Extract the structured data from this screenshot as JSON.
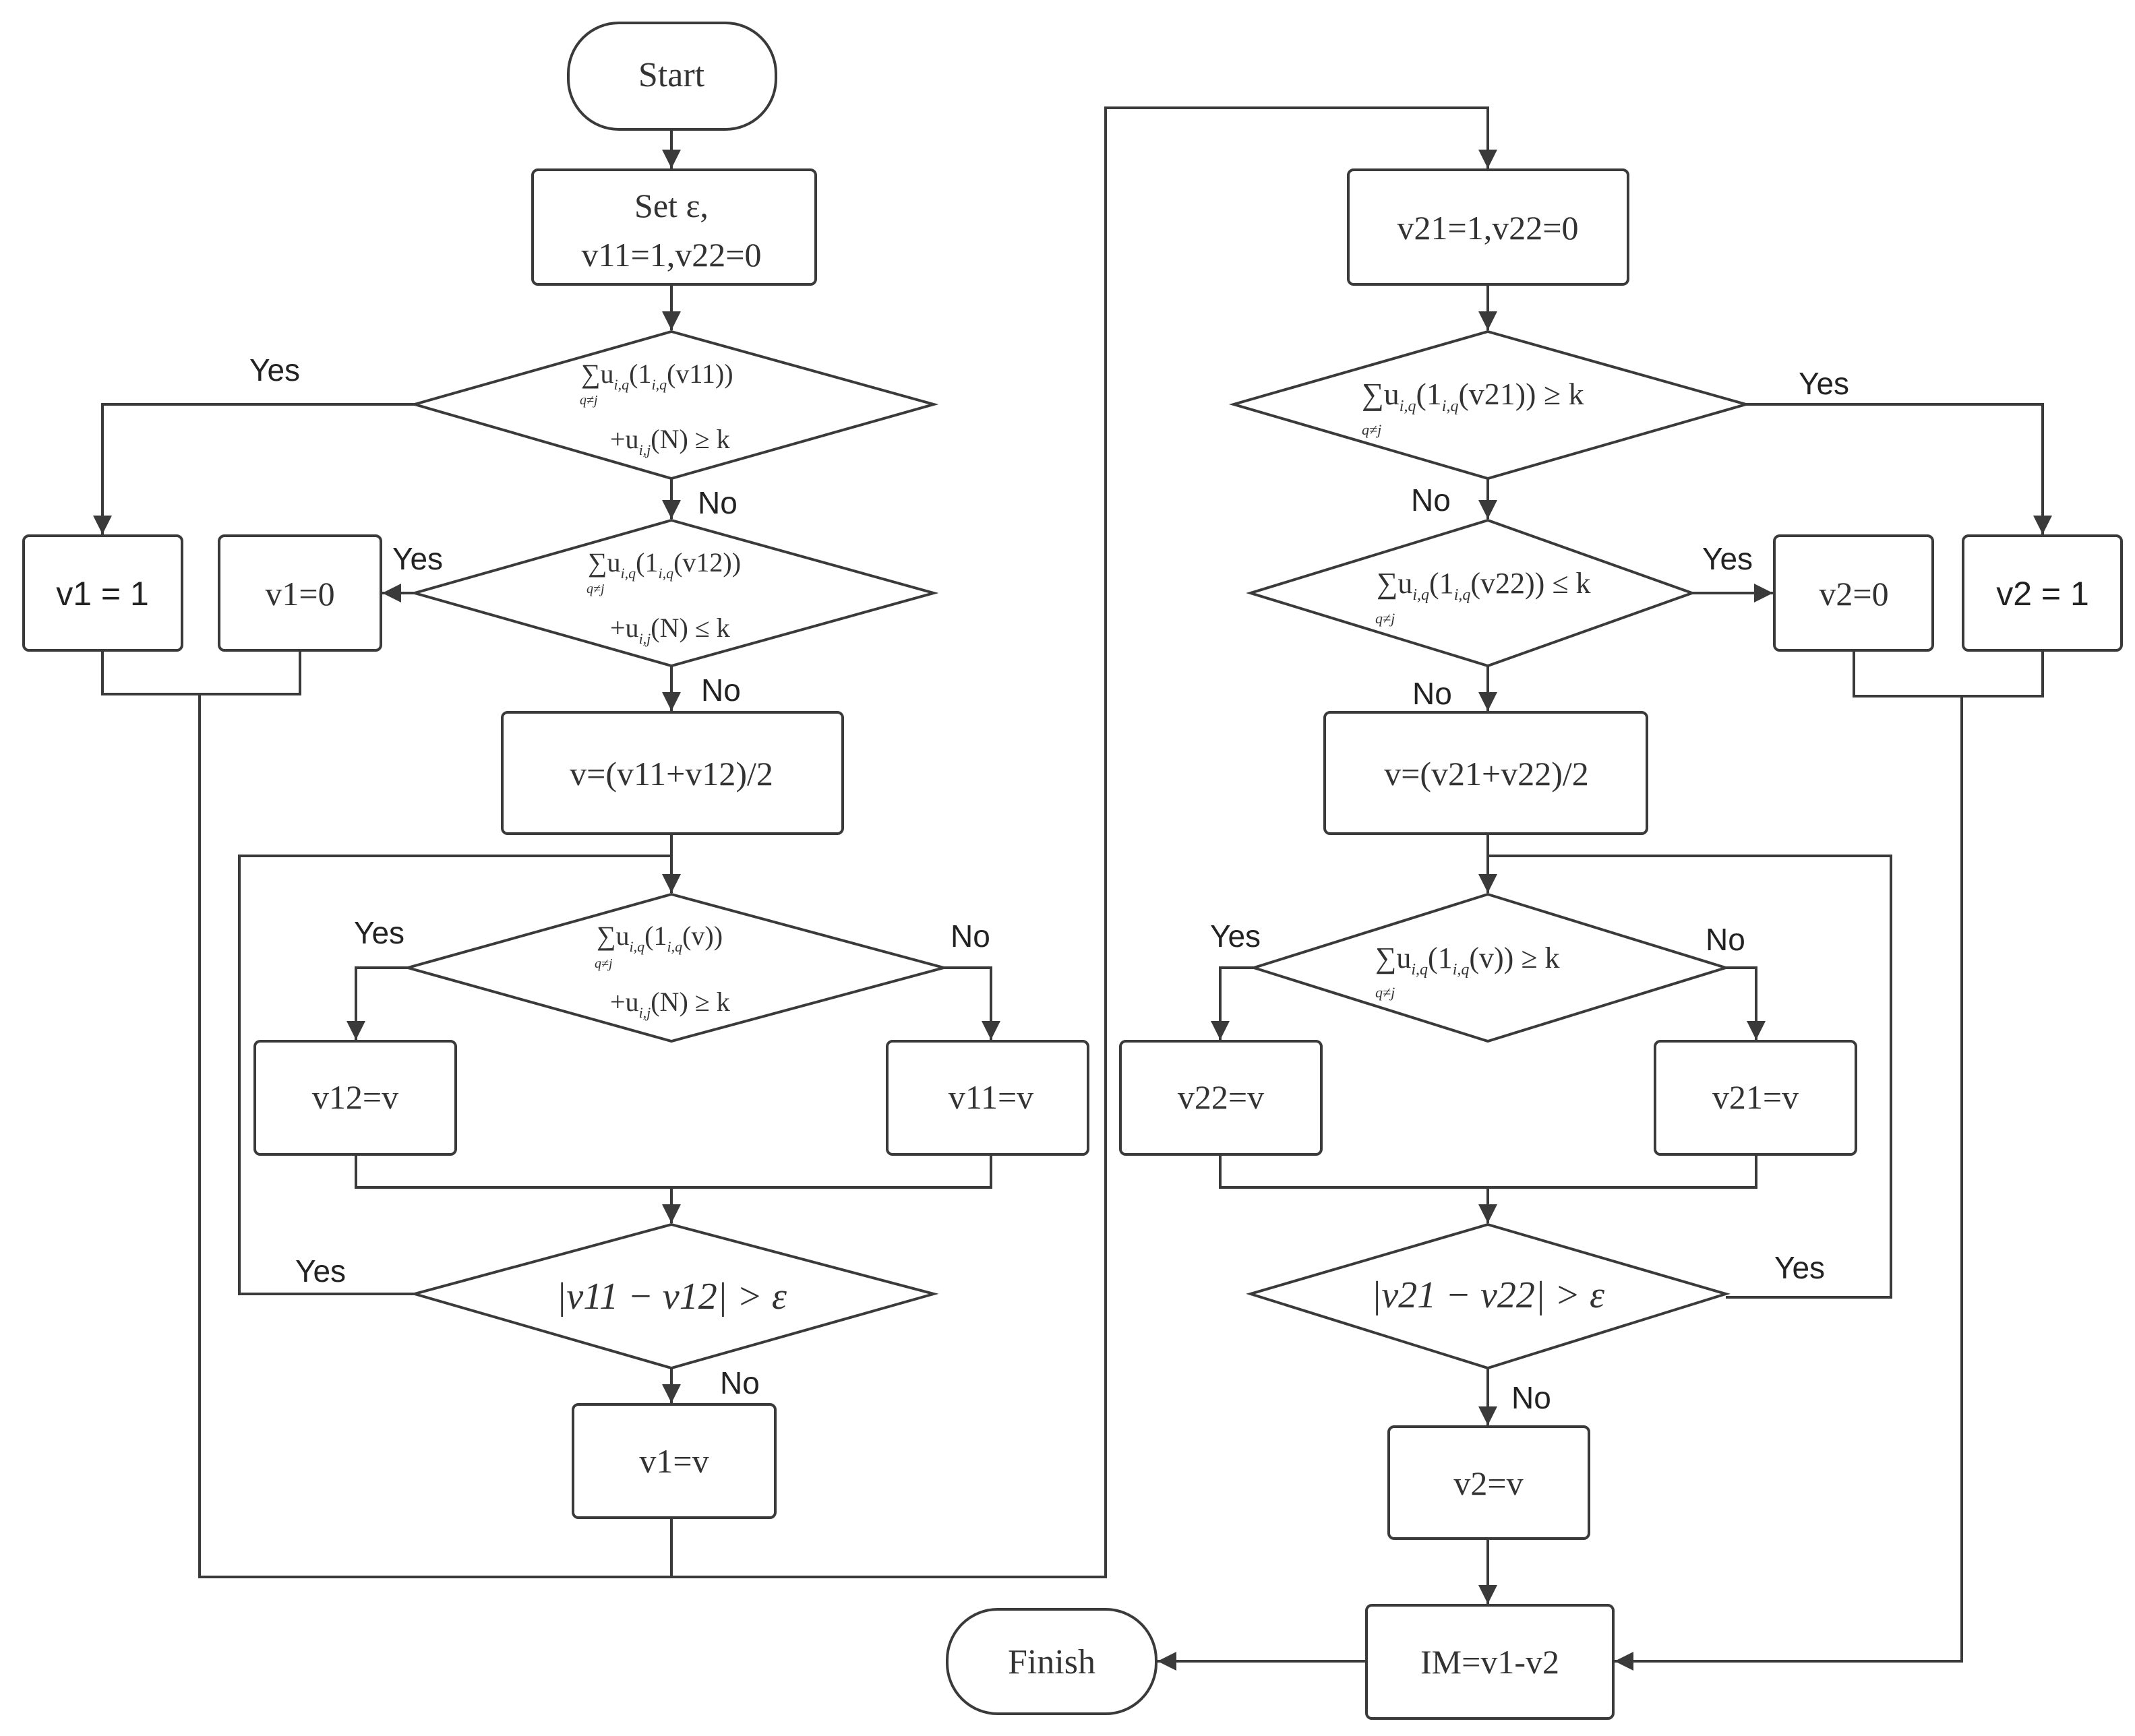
{
  "colors": {
    "stroke": "#3a3a3a",
    "text": "#333333",
    "background": "#ffffff"
  },
  "terminals": {
    "start": "Start",
    "finish": "Finish"
  },
  "process": {
    "init_left_line1": "Set ε,",
    "init_left_line2": "v11=1,v22=0",
    "v1_equals_1": "v1 = 1",
    "v1_equals_0": "v1=0",
    "v_mid_left": "v=(v11+v12)/2",
    "v12_equals_v": "v12=v",
    "v11_equals_v": "v11=v",
    "v1_equals_v": "v1=v",
    "init_right": "v21=1,v22=0",
    "v2_equals_0": "v2=0",
    "v2_equals_1": "v2 = 1",
    "v_mid_right": "v=(v21+v22)/2",
    "v22_equals_v": "v22=v",
    "v21_equals_v": "v21=v",
    "v2_equals_v": "v2=v",
    "im": "IM=v1-v2"
  },
  "decisions": {
    "d1_line1": "∑u",
    "d1_line1_sub": "i,q",
    "d1_line1_rest": "(1",
    "d1_line1_sub2": "i,q",
    "d1_line1_end": "(v11))",
    "d1_sum_index": "q≠j",
    "d1_line2": "+u",
    "d1_line2_sub": "i,j",
    "d1_line2_end": "(N) ≥ k",
    "d2_line1": "∑u",
    "d2_line1_sub": "i,q",
    "d2_line1_rest": "(1",
    "d2_line1_sub2": "i,q",
    "d2_line1_end": "(v12))",
    "d2_sum_index": "q≠j",
    "d2_line2": "+u",
    "d2_line2_sub": "i,j",
    "d2_line2_end": "(N) ≤ k",
    "d3_line1": "∑u",
    "d3_line1_sub": "i,q",
    "d3_line1_rest": "(1",
    "d3_line1_sub2": "i,q",
    "d3_line1_end": "(v))",
    "d3_sum_index": "q≠j",
    "d3_line2": "+u",
    "d3_line2_sub": "i,j",
    "d3_line2_end": "(N) ≥ k",
    "d4": "|v11 − v12| > ε",
    "d5_line1": "∑u",
    "d5_line1_sub": "i,q",
    "d5_line1_rest": "(1",
    "d5_line1_sub2": "i,q",
    "d5_line1_end": "(v21)) ≥ k",
    "d5_sum_index": "q≠j",
    "d6_line1": "∑u",
    "d6_line1_sub": "i,q",
    "d6_line1_rest": "(1",
    "d6_line1_sub2": "i,q",
    "d6_line1_end": "(v22)) ≤ k",
    "d6_sum_index": "q≠j",
    "d7_line1": "∑u",
    "d7_line1_sub": "i,q",
    "d7_line1_rest": "(1",
    "d7_line1_sub2": "i,q",
    "d7_line1_end": "(v)) ≥ k",
    "d7_sum_index": "q≠j",
    "d8": "|v21 − v22| > ε"
  },
  "labels": {
    "yes": "Yes",
    "no": "No"
  }
}
